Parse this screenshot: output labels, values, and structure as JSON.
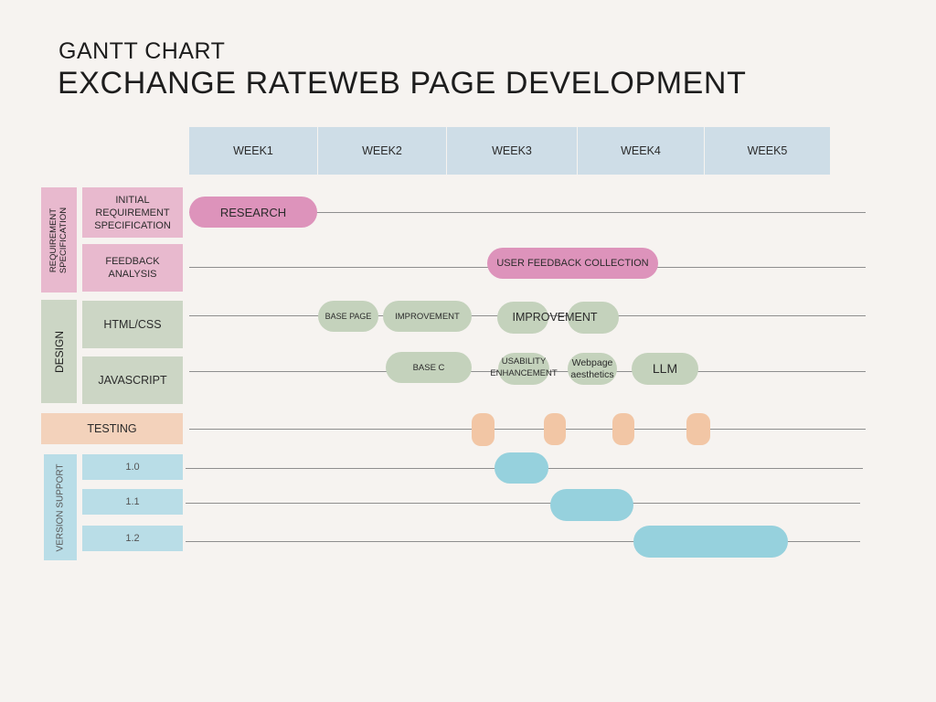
{
  "header": {
    "title": "GANTT CHART",
    "subtitle": "EXCHANGE RATEWEB PAGE DEVELOPMENT"
  },
  "weeks": [
    "WEEK1",
    "WEEK2",
    "WEEK3",
    "WEEK4",
    "WEEK5"
  ],
  "groups": {
    "requirement": "REQUIREMENT SPECIFICATION",
    "design": "DESIGN",
    "testing": "TESTING",
    "version": "VERSION SUPPORT"
  },
  "rows": {
    "initial": "INITIAL REQUIREMENT SPECIFICATION",
    "feedback": "FEEDBACK ANALYSIS",
    "htmlcss": "HTML/CSS",
    "javascript": "JAVASCRIPT",
    "v10": "1.0",
    "v11": "1.1",
    "v12": "1.2"
  },
  "tasks": {
    "research": "RESEARCH",
    "user_feedback": "USER FEEDBACK COLLECTION",
    "base_page": "BASE PAGE",
    "improvement_small": "IMPROVEMENT",
    "improvement_large": "IMPROVEMENT",
    "base_c": "BASE C",
    "usability": "USABILITY ENHANCEMENT",
    "aesthetics": "Webpage aesthetics",
    "llm": "LLM"
  },
  "colors": {
    "background": "#f6f3f0",
    "requirement": "#e8b9ce",
    "requirement_bar": "#dd93bb",
    "design": "#ccd6c5",
    "testing": "#f3d2bb",
    "version": "#b9dde7",
    "version_bar": "#96d1dd",
    "week_header": "#cedde7"
  }
}
